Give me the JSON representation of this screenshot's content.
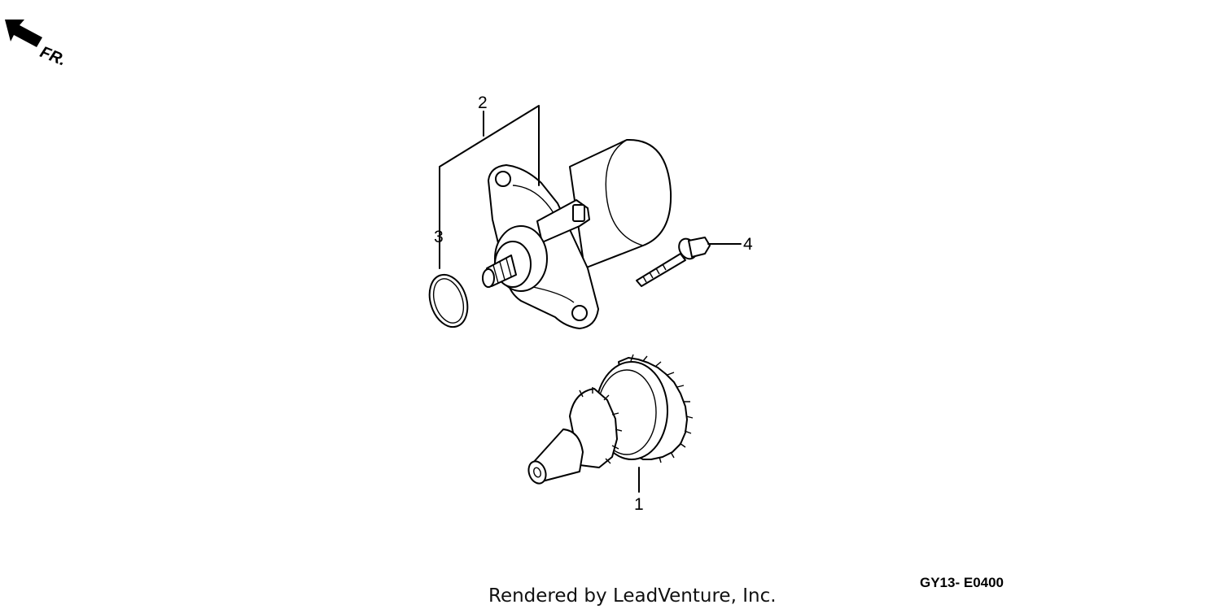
{
  "diagram": {
    "direction_label": "FR.",
    "callouts": [
      "1",
      "2",
      "3",
      "4"
    ],
    "diagram_code": "GY13- E0400",
    "credit": "Rendered by LeadVenture, Inc."
  }
}
